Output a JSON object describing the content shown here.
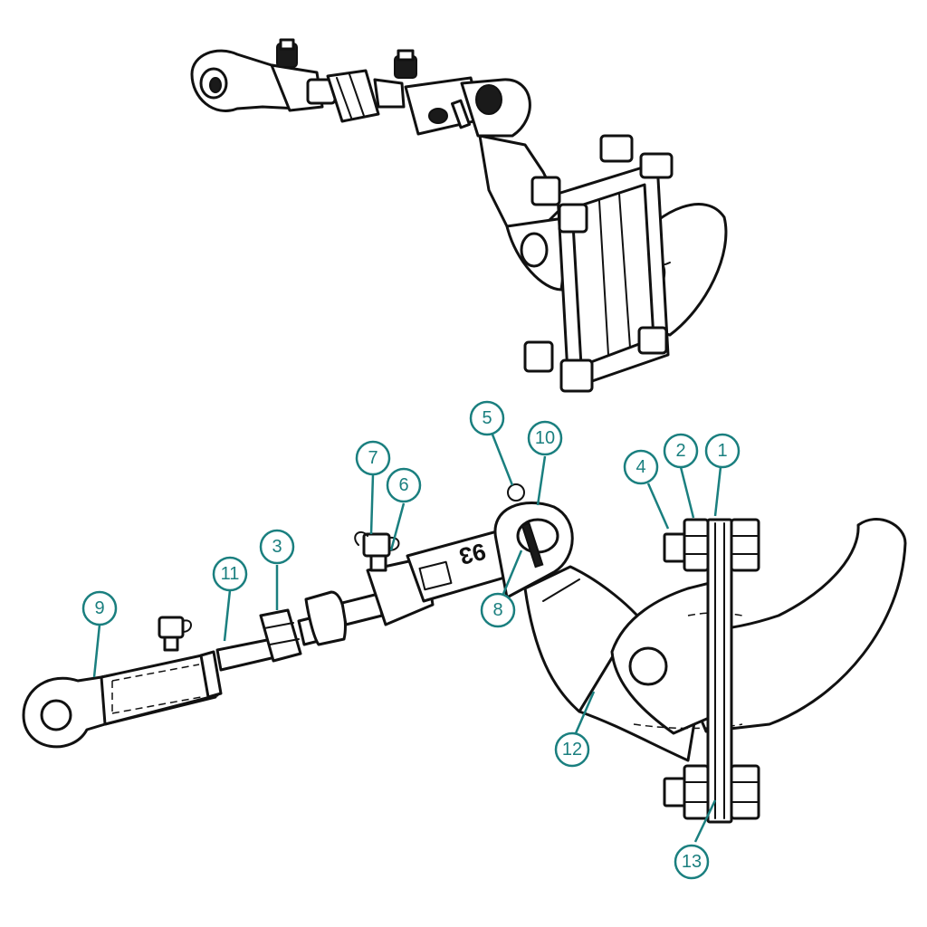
{
  "diagram": {
    "part_marking": "93",
    "callouts": [
      {
        "id": "callout-1",
        "label": "1"
      },
      {
        "id": "callout-2",
        "label": "2"
      },
      {
        "id": "callout-3",
        "label": "3"
      },
      {
        "id": "callout-4",
        "label": "4"
      },
      {
        "id": "callout-5",
        "label": "5"
      },
      {
        "id": "callout-6",
        "label": "6"
      },
      {
        "id": "callout-7",
        "label": "7"
      },
      {
        "id": "callout-8",
        "label": "8"
      },
      {
        "id": "callout-9",
        "label": "9"
      },
      {
        "id": "callout-10",
        "label": "10"
      },
      {
        "id": "callout-11",
        "label": "11"
      },
      {
        "id": "callout-12",
        "label": "12"
      },
      {
        "id": "callout-13",
        "label": "13"
      }
    ],
    "colors": {
      "callout": "#1a7f7f",
      "ink": "#111111",
      "background": "#ffffff"
    }
  }
}
